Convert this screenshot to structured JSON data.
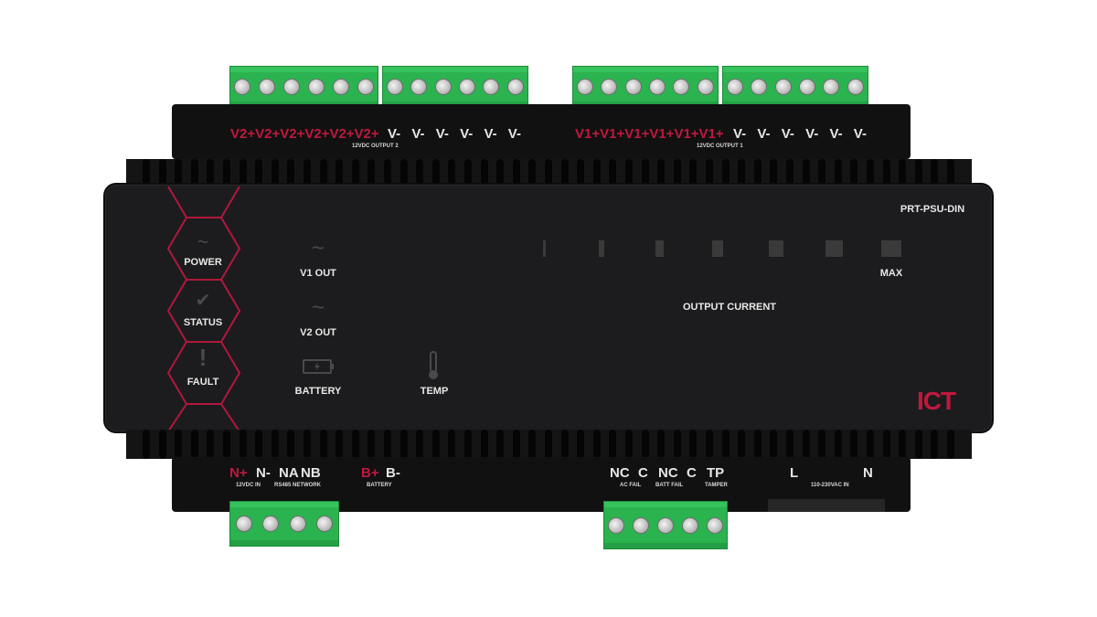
{
  "model": "PRT-PSU-DIN",
  "brand": "ICT",
  "top_terminals": {
    "output2_label": "12VDC OUTPUT 2",
    "output1_label": "12VDC OUTPUT 1",
    "output2_pos": [
      "V2+",
      "V2+",
      "V2+",
      "V2+",
      "V2+",
      "V2+"
    ],
    "output2_neg": [
      "V-",
      "V-",
      "V-",
      "V-",
      "V-",
      "V-"
    ],
    "output1_pos": [
      "V1+",
      "V1+",
      "V1+",
      "V1+",
      "V1+",
      "V1+"
    ],
    "output1_neg": [
      "V-",
      "V-",
      "V-",
      "V-",
      "V-",
      "V-"
    ]
  },
  "status_leds": {
    "power": "POWER",
    "status": "STATUS",
    "fault": "FAULT",
    "power_icon": "tilde-icon",
    "status_icon": "check-icon",
    "fault_icon": "exclamation-icon"
  },
  "indicators": {
    "v1_out": "V1 OUT",
    "v2_out": "V2 OUT",
    "battery": "BATTERY",
    "temp": "TEMP"
  },
  "output_current": {
    "label": "OUTPUT CURRENT",
    "max_label": "MAX",
    "bar_count": 7
  },
  "bottom_terminals": {
    "n_plus": "N+",
    "n_minus": "N-",
    "na": "NA",
    "nb": "NB",
    "in_label": "12VDC IN",
    "network_label": "RS485 NETWORK",
    "b_plus": "B+",
    "b_minus": "B-",
    "battery_label": "BATTERY",
    "nc1": "NC",
    "c1": "C",
    "nc2": "NC",
    "c2": "C",
    "tp": "TP",
    "ac_fail": "AC FAIL",
    "batt_fail": "BATT FAIL",
    "tamper": "TAMPER",
    "l": "L",
    "n": "N",
    "ac_in_label": "110-230VAC IN"
  },
  "colors": {
    "accent": "#c0183e",
    "terminal_green": "#2bb34f",
    "housing": "#1c1c1e"
  }
}
